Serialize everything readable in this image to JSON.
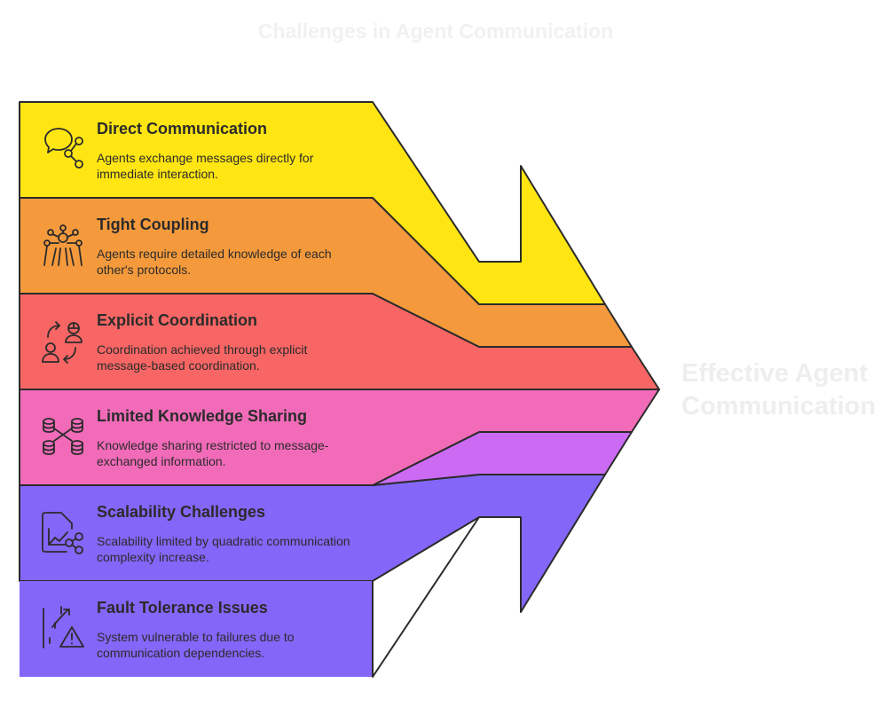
{
  "title": "Challenges in Agent Communication",
  "target_label": "Effective Agent Communication",
  "items": [
    {
      "title": "Direct Communication",
      "description": "Agents exchange messages directly for immediate interaction.",
      "color": "#FFE512",
      "icon": "chat-network-icon"
    },
    {
      "title": "Tight Coupling",
      "description": "Agents require detailed knowledge of each other's protocols.",
      "color": "#F59A3C",
      "icon": "molecule-network-icon"
    },
    {
      "title": "Explicit Coordination",
      "description": "Coordination achieved through explicit message-based coordination.",
      "color": "#F76664",
      "icon": "people-exchange-icon"
    },
    {
      "title": "Limited Knowledge Sharing",
      "description": "Knowledge sharing restricted to message-exchanged information.",
      "color": "#F26BB9",
      "icon": "database-network-icon"
    },
    {
      "title": "Scalability Challenges",
      "description": "Scalability limited by quadratic communication complexity increase.",
      "color": "#CB6BF4",
      "icon": "chart-share-icon"
    },
    {
      "title": "Fault Tolerance Issues",
      "description": "System vulnerable to failures due to communication dependencies.",
      "color": "#8466F8",
      "icon": "road-warning-icon"
    }
  ]
}
